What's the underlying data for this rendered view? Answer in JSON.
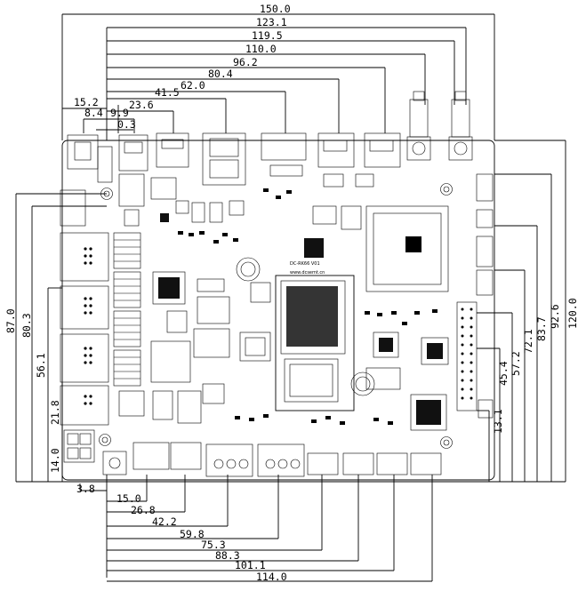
{
  "drawing": {
    "board_labels": {
      "model": "DC-RK66 V01",
      "website": "www.dcsemt.cn"
    },
    "top_dims": [
      "150.0",
      "123.1",
      "119.5",
      "110.0",
      "96.2",
      "80.4",
      "62.0",
      "41.5",
      "23.6",
      "15.2",
      "8.4",
      "9.9",
      "0.3"
    ],
    "bottom_dims": [
      "3.8",
      "15.0",
      "26.8",
      "42.2",
      "59.8",
      "75.3",
      "88.3",
      "101.1",
      "114.0"
    ],
    "left_dims": [
      "87.0",
      "80.3",
      "56.1",
      "21.8",
      "14.0"
    ],
    "right_dims": [
      "120.0",
      "92.6",
      "83.7",
      "72.1",
      "57.2",
      "45.4",
      "13.1"
    ]
  }
}
